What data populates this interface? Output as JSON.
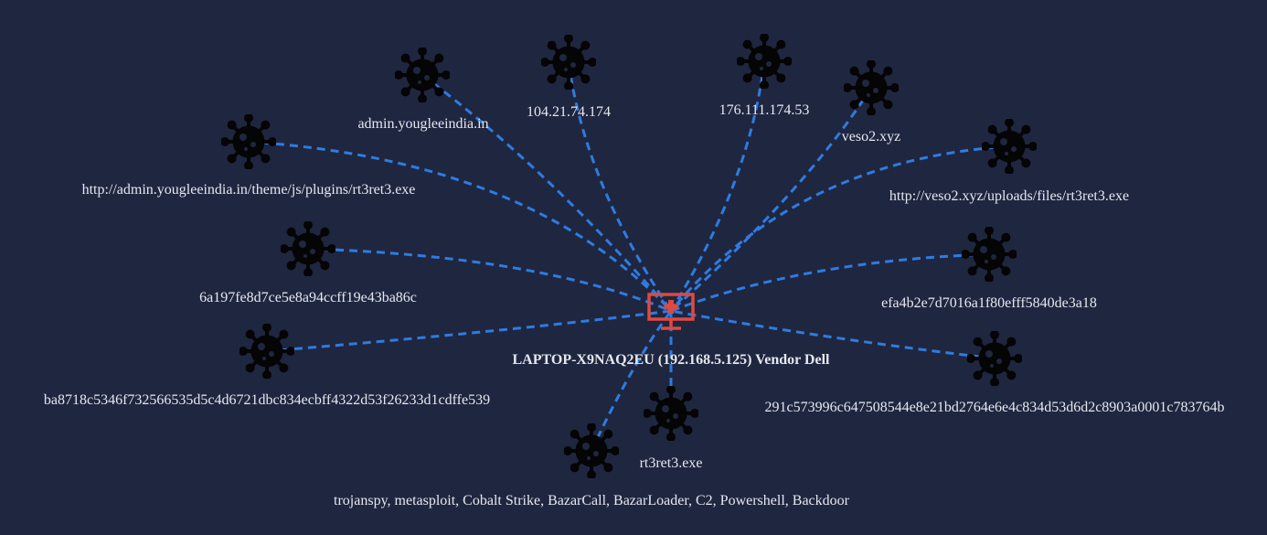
{
  "colors": {
    "background": "#1f2640",
    "edge": "#2f7be0",
    "threat_icon": "#050505",
    "center_icon": "#e0493f",
    "label": "#e6e8ee"
  },
  "center": {
    "label": "LAPTOP-X9NAQ2EU (192.168.5.125) Vendor Dell",
    "icon": "computer-monitor-icon"
  },
  "nodes": [
    {
      "id": "n1",
      "label": "admin.yougleeindia.in",
      "icon": "virus-icon"
    },
    {
      "id": "n2",
      "label": "104.21.74.174",
      "icon": "virus-icon"
    },
    {
      "id": "n3",
      "label": "176.111.174.53",
      "icon": "virus-icon"
    },
    {
      "id": "n4",
      "label": "veso2.xyz",
      "icon": "virus-icon"
    },
    {
      "id": "n5",
      "label": "http://admin.yougleeindia.in/theme/js/plugins/rt3ret3.exe",
      "icon": "virus-icon"
    },
    {
      "id": "n6",
      "label": "http://veso2.xyz/uploads/files/rt3ret3.exe",
      "icon": "virus-icon"
    },
    {
      "id": "n7",
      "label": "6a197fe8d7ce5e8a94ccff19e43ba86c",
      "icon": "virus-icon"
    },
    {
      "id": "n8",
      "label": "efa4b2e7d7016a1f80efff5840de3a18",
      "icon": "virus-icon"
    },
    {
      "id": "n9",
      "label": "ba8718c5346f732566535d5c4d6721dbc834ecbff4322d53f26233d1cdffe539",
      "icon": "virus-icon"
    },
    {
      "id": "n10",
      "label": "291c573996c647508544e8e21bd2764e6e4c834d53d6d2c8903a0001c783764b",
      "icon": "virus-icon"
    },
    {
      "id": "n11",
      "label": "rt3ret3.exe",
      "icon": "virus-icon"
    },
    {
      "id": "n12",
      "label": "trojanspy, metasploit, Cobalt Strike, BazarCall, BazarLoader, C2, Powershell, Backdoor",
      "icon": "virus-icon"
    }
  ]
}
